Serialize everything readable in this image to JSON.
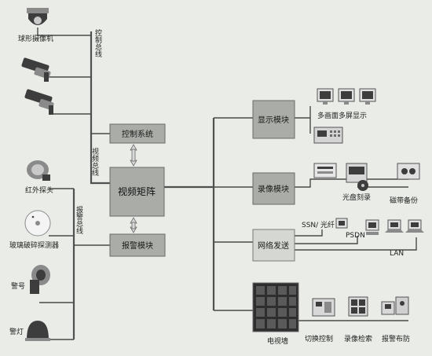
{
  "labels": {
    "dome_camera": "球形摄像机",
    "control_bus": "控制总线",
    "video_bus": "视频总线",
    "alarm_bus": "报警总线",
    "infrared_probe": "红外探头",
    "glass_break_detector": "玻璃破碎探测器",
    "siren": "警号",
    "alarm_light": "警灯",
    "control_system": "控制系统",
    "video_matrix": "视频矩阵",
    "alarm_module": "报警模块",
    "display_module": "显示模块",
    "multi_screen_display": "多画面多屏显示",
    "recording_module": "录像模块",
    "disc_burning": "光盘刻录",
    "tape_backup": "磁带备份",
    "network_module": "网络发送",
    "ssn_fiber": "SSN/ 光纤",
    "psdn": "PSDN",
    "lan": "LAN",
    "video_wall": "电视墙",
    "switch_control": "切换控制",
    "video_search": "录像检索",
    "alarm_arming": "报警布防"
  }
}
